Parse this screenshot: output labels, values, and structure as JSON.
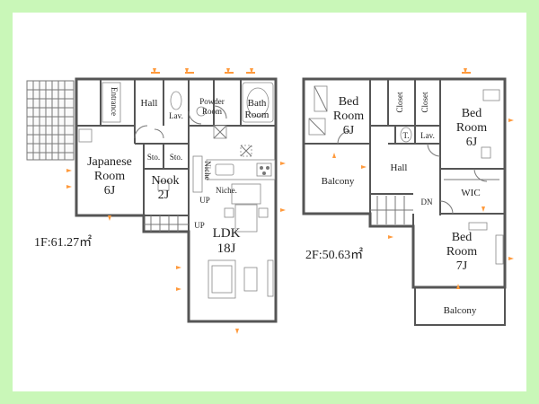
{
  "floor1": {
    "area_label": "1F:61.27㎡",
    "rooms": {
      "entrance": "Entrance",
      "hall": "Hall",
      "lav": "Lav.",
      "powder_1": "Powder",
      "powder_2": "Room",
      "bath_1": "Bath",
      "bath_2": "Room",
      "japanese_1": "Japanese",
      "japanese_2": "Room",
      "japanese_size": "6J",
      "storage_1": "Sto.",
      "storage_2": "Sto.",
      "nook": "Nook",
      "nook_size": "2J",
      "niche_v": "Niche",
      "niche_h": "Niche.",
      "up_1": "UP",
      "up_2": "UP",
      "ldk": "LDK",
      "ldk_size": "18J"
    }
  },
  "floor2": {
    "area_label": "2F:50.63㎡",
    "rooms": {
      "bed1_1": "Bed",
      "bed1_2": "Room",
      "bed1_size": "6J",
      "closet_1": "Closet",
      "closet_2": "Closet",
      "bed2_1": "Bed",
      "bed2_2": "Room",
      "bed2_size": "6J",
      "toilet": "T.",
      "lav": "Lav.",
      "balcony_1": "Balcony",
      "hall": "Hall",
      "wic": "WIC",
      "dn": "DN",
      "bed3_1": "Bed",
      "bed3_2": "Room",
      "bed3_size": "7J",
      "balcony_2": "Balcony"
    }
  }
}
